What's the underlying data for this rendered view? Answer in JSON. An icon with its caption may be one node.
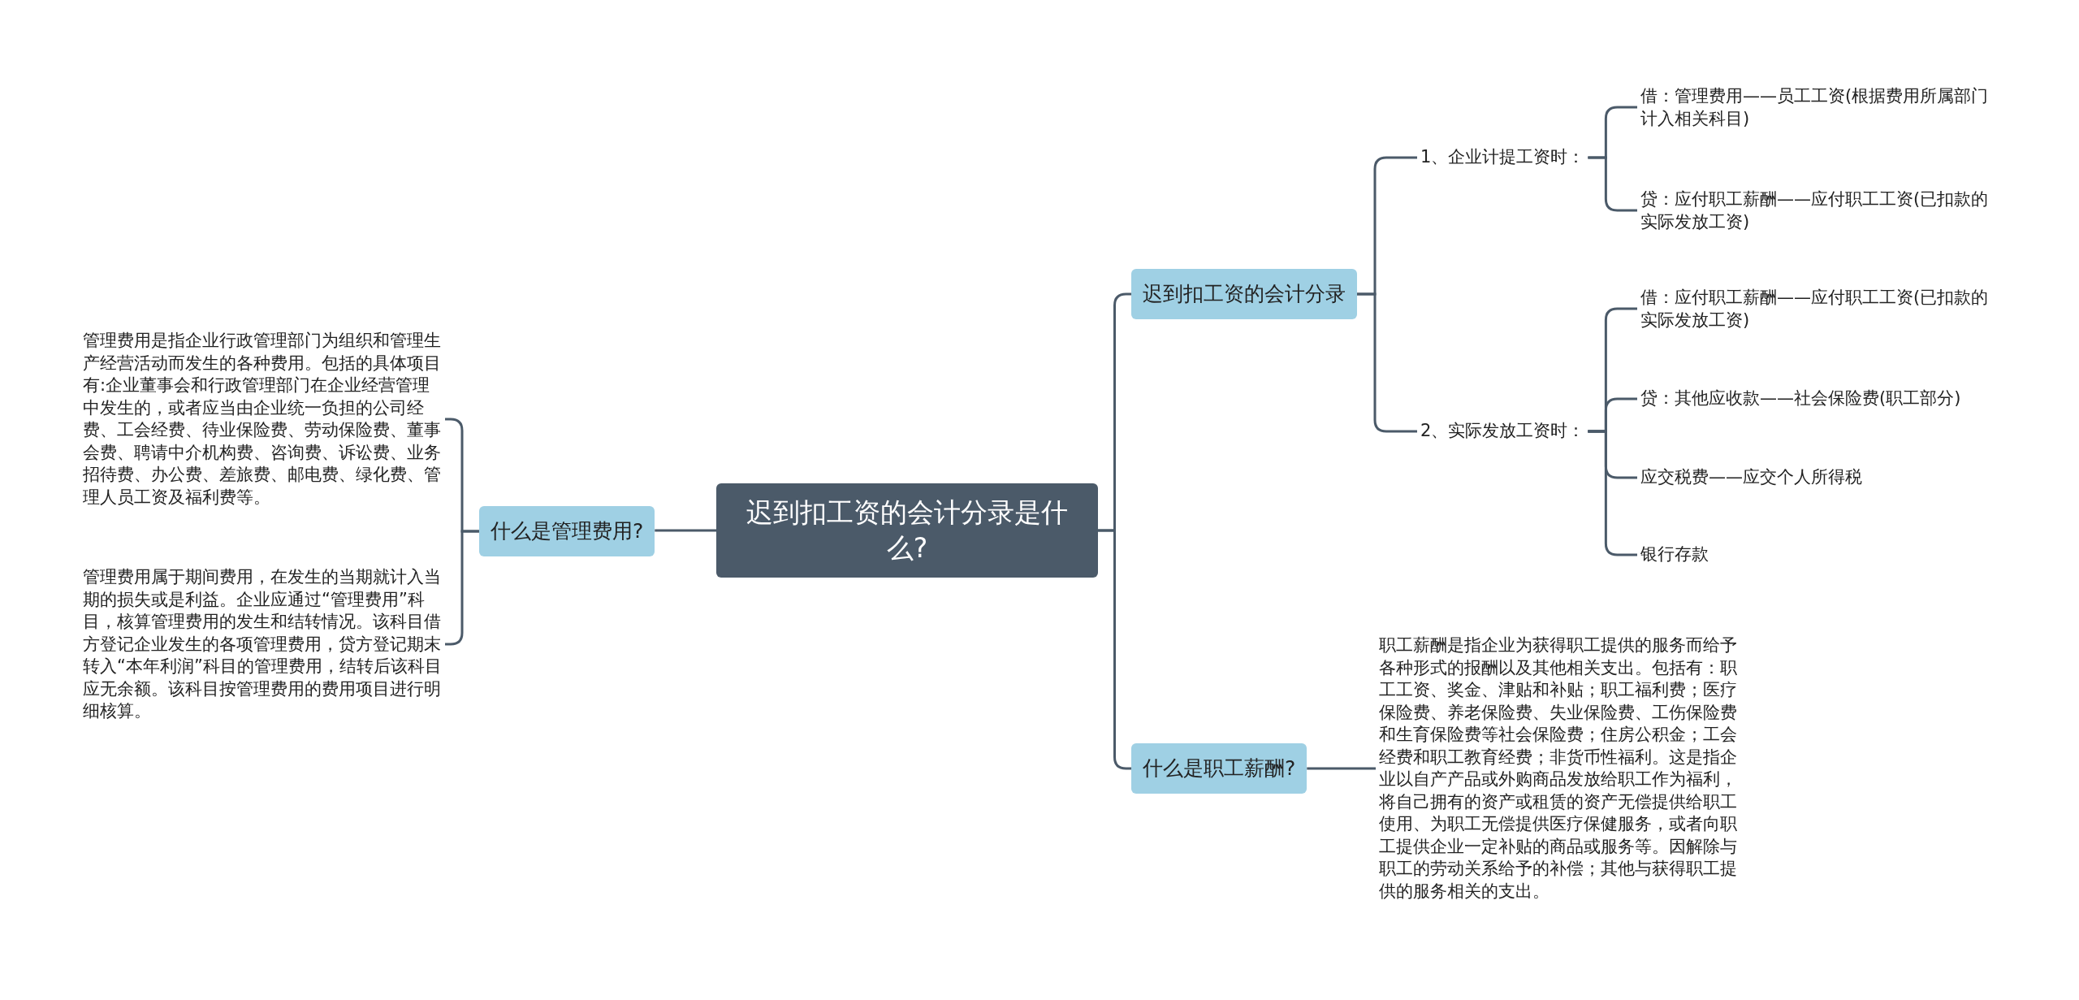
{
  "diagram": {
    "nodes": [
      {
        "text": [
          "迟到扣工资的会计分录是什么?"
        ]
      },
      {
        "text": [
          "什么是管理费用?"
        ]
      },
      {
        "text": [
          "管理费用是指企业行政管理部门为组织和管理生产经营活动而发生的各种费用。包括的具体项目有:企业董事会和行政管理部门在企业经营管理中发生的，或者应当由企业统一负担的公司经费、工会经费、待业保险费、劳动保险费、董事会费、聘请中介机构费、咨询费、诉讼费、业务招待费、办公费、差旅费、邮电费、绿化费、管理人员工资及福利费等。"
        ]
      },
      {
        "text": [
          "管理费用属于期间费用，在发生的当期就计入当期的损失或是利益。企业应通过“管理费用”科目，核算管理费用的发生和结转情况。该科目借方登记企业发生的各项管理费用，贷方登记期末转入“本年利润”科目的管理费用，结转后该科目应无余额。该科目按管理费用的费用项目进行明细核算。"
        ]
      },
      {
        "text": [
          "迟到扣工资的会计分录"
        ]
      },
      {
        "text": [
          "1、企业计提工资时："
        ]
      },
      {
        "text": [
          "借：管理费用——员工工资(根据费用所属部门计入相关科目)"
        ]
      },
      {
        "text": [
          "贷：应付职工薪酬——应付职工工资(已扣款的实际发放工资)"
        ]
      },
      {
        "text": [
          "2、实际发放工资时："
        ]
      },
      {
        "text": [
          "借：应付职工薪酬——应付职工工资(已扣款的实际发放工资)"
        ]
      },
      {
        "text": [
          "贷：其他应收款——社会保险费(职工部分)"
        ]
      },
      {
        "text": [
          "应交税费——应交个人所得税"
        ]
      },
      {
        "text": [
          "银行存款"
        ]
      },
      {
        "text": [
          "什么是职工薪酬?"
        ]
      },
      {
        "text": [
          "职工薪酬是指企业为获得职工提供的服务而给予各种形式的报酬以及其他相关支出。包括有：职工工资、奖金、津贴和补贴；职工福利费；医疗保险费、养老保险费、失业保险费、工伤保险费和生育保险费等社会保险费；住房公积金；工会经费和职工教育经费；非货币性福利。这是指企业以自产产品或外购商品发放给职工作为福利，将自己拥有的资产或租赁的资产无偿提供给职工使用、为职工无偿提供医疗保健服务，或者向职工提供企业一定补贴的商品或服务等。因解除与职工的劳动关系给予的补偿；其他与获得职工提供的服务相关的支出。"
        ]
      }
    ],
    "edges": [
      {
        "from": 0,
        "to": 1,
        "arrow": "none"
      },
      {
        "from": 1,
        "to": 2,
        "arrow": "none"
      },
      {
        "from": 1,
        "to": 3,
        "arrow": "none"
      },
      {
        "from": 0,
        "to": 4,
        "arrow": "none"
      },
      {
        "from": 4,
        "to": 5,
        "arrow": "none"
      },
      {
        "from": 5,
        "to": 6,
        "arrow": "none"
      },
      {
        "from": 5,
        "to": 7,
        "arrow": "none"
      },
      {
        "from": 4,
        "to": 8,
        "arrow": "none"
      },
      {
        "from": 8,
        "to": 9,
        "arrow": "none"
      },
      {
        "from": 8,
        "to": 10,
        "arrow": "none"
      },
      {
        "from": 8,
        "to": 11,
        "arrow": "none"
      },
      {
        "from": 8,
        "to": 12,
        "arrow": "none"
      },
      {
        "from": 0,
        "to": 13,
        "arrow": "none"
      },
      {
        "from": 13,
        "to": 14,
        "arrow": "none"
      }
    ]
  }
}
